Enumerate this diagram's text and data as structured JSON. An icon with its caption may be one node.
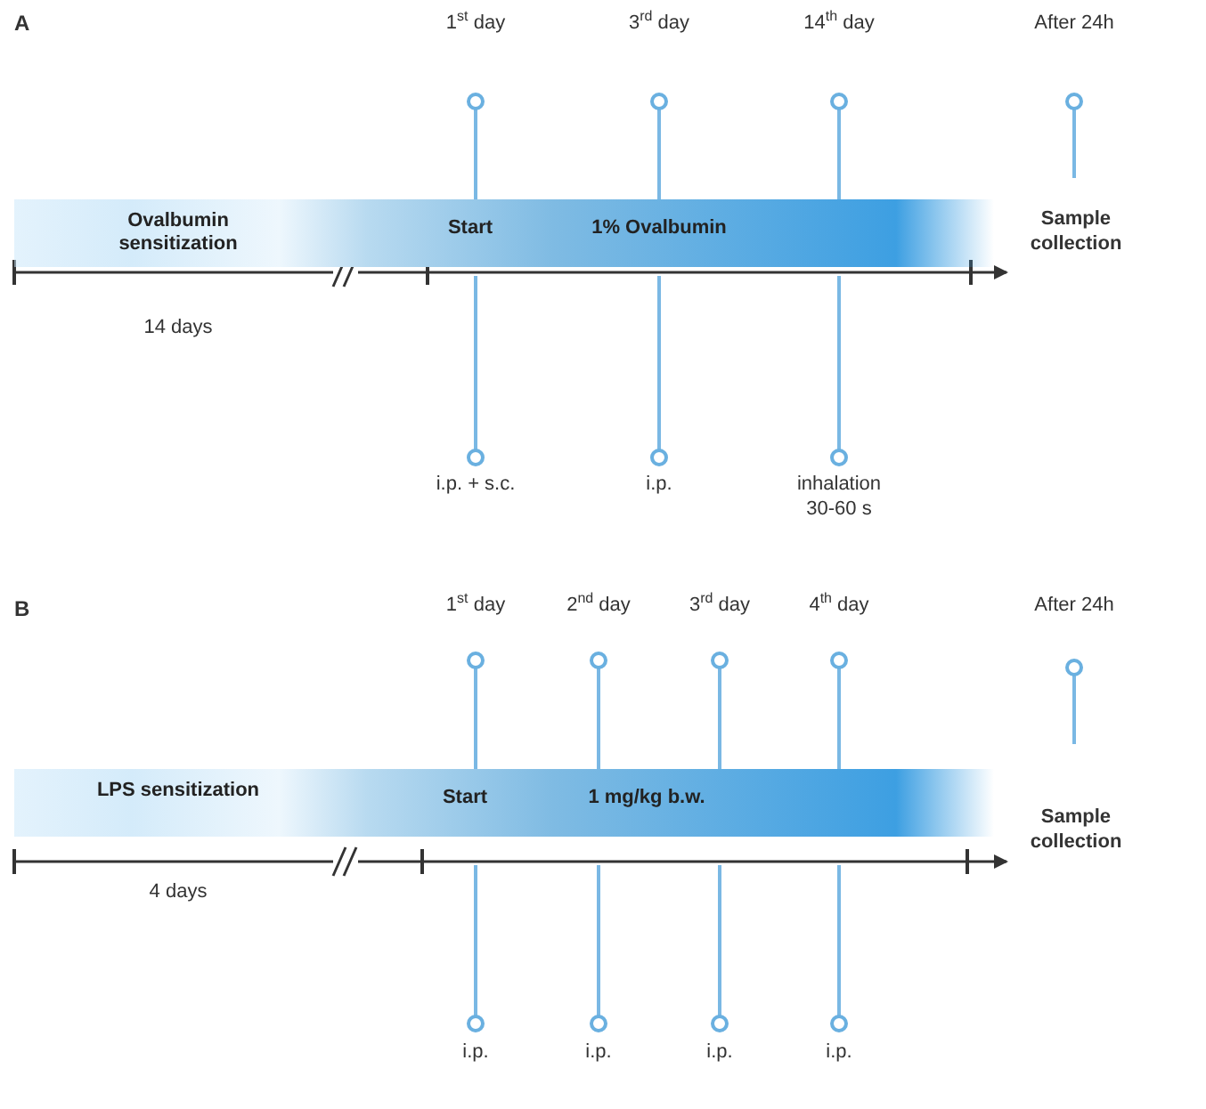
{
  "diagram": {
    "nodes": [
      {
        "text": [
          "Ovalbumin sensitization",
          "Start",
          "1% Ovalbumin"
        ]
      },
      {
        "text": [
          "LPS sensitization",
          "Start",
          "1 mg/kg b.w."
        ]
      }
    ],
    "labels": [
      "A",
      "1$^{st}$ day",
      "3$^{rd}$ day",
      "14$^{th}$ day",
      "After 24h",
      "Sample collection",
      "14 days",
      "i.p. + s.c.",
      "i.p.",
      "inhalation 30-60 s",
      "B",
      "1$^{st}$ day",
      "2$^{nd}$ day",
      "3$^{rd}$ day",
      "4$^{th}$ day",
      "After 24h",
      "Sample collection",
      "4 days",
      "i.p.",
      "i.p.",
      "i.p.",
      "i.p."
    ]
  }
}
